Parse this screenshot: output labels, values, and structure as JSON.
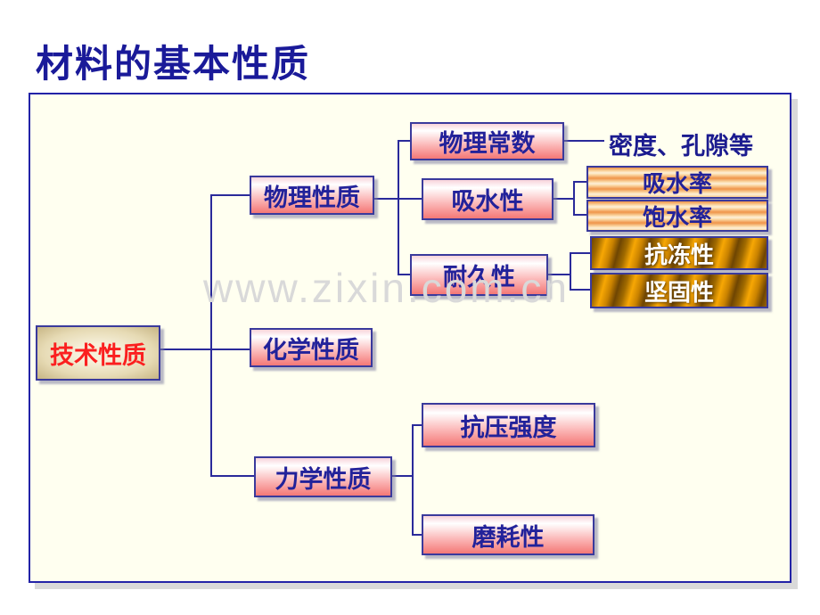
{
  "title": "材料的基本性质",
  "watermark": "www.zixin.com.cn",
  "colors": {
    "title_text": "#1a1a99",
    "panel_bg": "#fffff0",
    "panel_border": "#2323a7",
    "connector": "#2a2a9a",
    "node_border": "#3a3a9c",
    "node_text": "#22229a",
    "root_text": "#fb1f1f",
    "stripe_orange": "#ef9449",
    "gold_dark": "#6e4502",
    "gold_bright": "#f7a704"
  },
  "nodes": {
    "root": {
      "label": "技术性质"
    },
    "physical": {
      "label": "物理性质"
    },
    "chemical": {
      "label": "化学性质"
    },
    "mechanical": {
      "label": "力学性质"
    },
    "physical_constants": {
      "label": "物理常数"
    },
    "water_absorption": {
      "label": "吸水性"
    },
    "durability": {
      "label": "耐久性"
    },
    "absorption_rate": {
      "label": "吸水率"
    },
    "saturation_rate": {
      "label": "饱水率"
    },
    "frost_resistance": {
      "label": "抗冻性"
    },
    "soundness": {
      "label": "坚固性"
    },
    "compressive_strength": {
      "label": "抗压强度"
    },
    "abrasion_resistance": {
      "label": "磨耗性"
    },
    "density_note": {
      "label": "密度、孔隙等"
    }
  }
}
